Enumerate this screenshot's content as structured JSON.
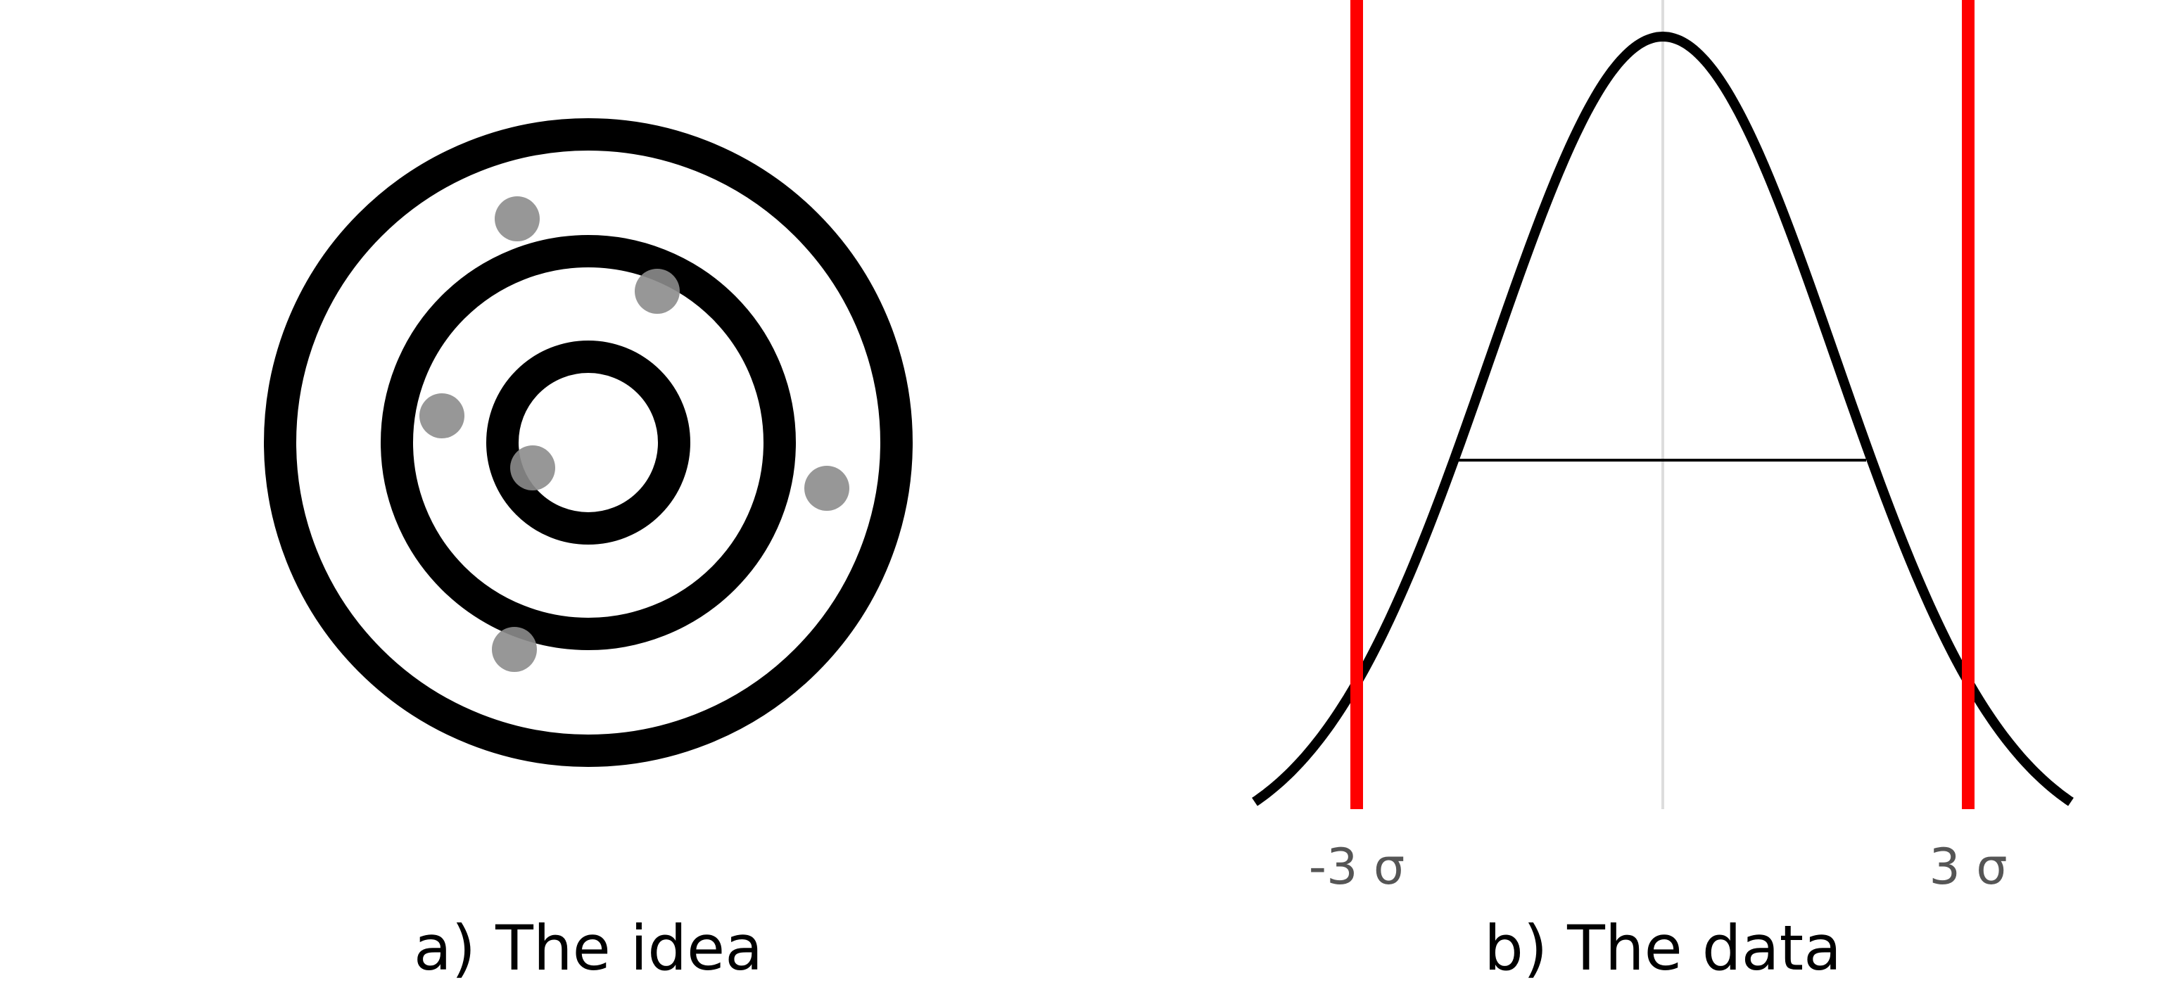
{
  "panels": {
    "idea": {
      "caption": "a) The idea",
      "ring_count": 3,
      "shot_count": 6
    },
    "data": {
      "caption": "b) The data",
      "left_limit_label": "-3 σ",
      "right_limit_label": "3 σ",
      "curve_type": "normal-distribution"
    }
  },
  "colors": {
    "ring": "#000000",
    "shot": "#8c8c8c",
    "curve": "#000000",
    "limit_line": "#ff0000",
    "center_line": "#dddddd",
    "label": "#555555"
  }
}
